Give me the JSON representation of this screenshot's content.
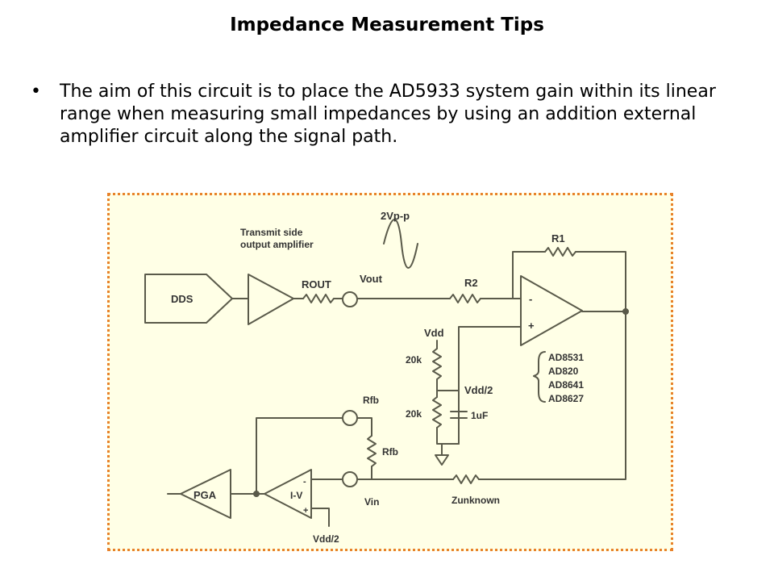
{
  "slide": {
    "title": "Impedance Measurement Tips",
    "bullet_char": "•",
    "bullet_text": "The aim of this circuit is to place the AD5933 system gain within its linear range when measuring small impedances by using an addition external amplifier circuit along the signal path."
  },
  "circuit": {
    "dds": "DDS",
    "tx_label_line1": "Transmit side",
    "tx_label_line2": "output amplifier",
    "rout": "ROUT",
    "vout": "Vout",
    "amplitude": "2Vp-p",
    "r1": "R1",
    "r2": "R2",
    "opamp_minus": "-",
    "opamp_plus": "+",
    "vdd": "Vdd",
    "r_top": "20k",
    "r_bottom": "20k",
    "vdd_half": "Vdd/2",
    "cap": "1uF",
    "opamp_parts": [
      "AD8531",
      "AD820",
      "AD8641",
      "AD8627"
    ],
    "rfb_node": "Rfb",
    "rfb_resistor": "Rfb",
    "pga": "PGA",
    "iv": "I-V",
    "iv_minus": "-",
    "iv_plus": "+",
    "vin": "Vin",
    "zunknown": "Zunknown",
    "iv_ref": "Vdd/2"
  },
  "colors": {
    "diagram_border": "#e8822a",
    "diagram_bg": "#ffffe6",
    "wire": "#5a5a4a"
  }
}
